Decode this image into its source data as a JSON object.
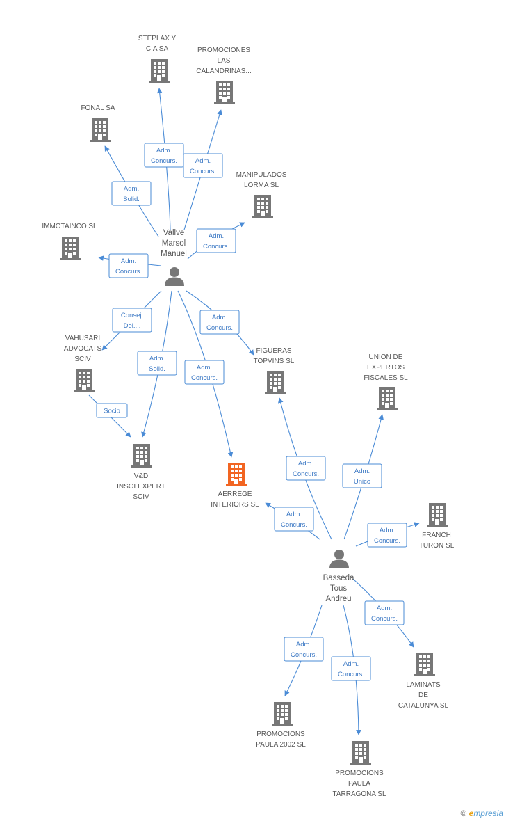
{
  "colors": {
    "edge": "#4a8bd6",
    "company": "#777777",
    "focus": "#f26522",
    "person": "#777777"
  },
  "people": [
    {
      "id": "vallve",
      "lines": [
        "Vallve",
        "Marsol",
        "Manuel"
      ]
    },
    {
      "id": "basseda",
      "lines": [
        "Basseda",
        "Tous",
        "Andreu"
      ]
    }
  ],
  "companies": [
    {
      "id": "steplax",
      "lines": [
        "STEPLAX Y",
        "CIA SA"
      ]
    },
    {
      "id": "promo_calandrinas",
      "lines": [
        "PROMOCIONES",
        "LAS",
        "CALANDRINAS..."
      ]
    },
    {
      "id": "fonal",
      "lines": [
        "FONAL SA"
      ]
    },
    {
      "id": "manipulados",
      "lines": [
        "MANIPULADOS",
        "LORMA SL"
      ]
    },
    {
      "id": "immotainco",
      "lines": [
        "IMMOTAINCO SL"
      ]
    },
    {
      "id": "vahusari",
      "lines": [
        "VAHUSARI",
        "ADVOCATS",
        "SCIV"
      ]
    },
    {
      "id": "figueras",
      "lines": [
        "FIGUERAS",
        "TOPVINS SL"
      ]
    },
    {
      "id": "union",
      "lines": [
        "UNION DE",
        "EXPERTOS",
        "FISCALES  SL"
      ]
    },
    {
      "id": "vd",
      "lines": [
        "V&D",
        "INSOLEXPERT",
        "SCIV"
      ]
    },
    {
      "id": "aerrege",
      "lines": [
        "AERREGE",
        "INTERIORS SL"
      ],
      "focus": true
    },
    {
      "id": "franch",
      "lines": [
        "FRANCH",
        "TURON SL"
      ]
    },
    {
      "id": "laminats",
      "lines": [
        "LAMINATS",
        "DE",
        "CATALUNYA SL"
      ]
    },
    {
      "id": "paula2002",
      "lines": [
        "PROMOCIONS",
        "PAULA 2002 SL"
      ]
    },
    {
      "id": "paula_tarragona",
      "lines": [
        "PROMOCIONS",
        "PAULA",
        "TARRAGONA SL"
      ]
    }
  ],
  "relations": [
    {
      "id": "r_steplax",
      "lines": [
        "Adm.",
        "Concurs."
      ]
    },
    {
      "id": "r_calandrinas",
      "lines": [
        "Adm.",
        "Concurs."
      ]
    },
    {
      "id": "r_fonal",
      "lines": [
        "Adm.",
        "Solid."
      ]
    },
    {
      "id": "r_manipulados",
      "lines": [
        "Adm.",
        "Concurs."
      ]
    },
    {
      "id": "r_immotainco",
      "lines": [
        "Adm.",
        "Concurs."
      ]
    },
    {
      "id": "r_vahusari",
      "lines": [
        "Consej.",
        "Del...."
      ]
    },
    {
      "id": "r_figueras",
      "lines": [
        "Adm.",
        "Concurs."
      ]
    },
    {
      "id": "r_vd_solid",
      "lines": [
        "Adm.",
        "Solid."
      ]
    },
    {
      "id": "r_aerrege_v",
      "lines": [
        "Adm.",
        "Concurs."
      ]
    },
    {
      "id": "r_socio",
      "lines": [
        "Socio"
      ]
    },
    {
      "id": "r_figueras_b",
      "lines": [
        "Adm.",
        "Concurs."
      ]
    },
    {
      "id": "r_union",
      "lines": [
        "Adm.",
        "Unico"
      ]
    },
    {
      "id": "r_aerrege_b",
      "lines": [
        "Adm.",
        "Concurs."
      ]
    },
    {
      "id": "r_franch",
      "lines": [
        "Adm.",
        "Concurs."
      ]
    },
    {
      "id": "r_laminats",
      "lines": [
        "Adm.",
        "Concurs."
      ]
    },
    {
      "id": "r_paula2002",
      "lines": [
        "Adm.",
        "Concurs."
      ]
    },
    {
      "id": "r_paula_tarragona",
      "lines": [
        "Adm.",
        "Concurs."
      ]
    }
  ],
  "footer": {
    "copyright": "©",
    "brand_first": "e",
    "brand_rest": "mpresia"
  }
}
